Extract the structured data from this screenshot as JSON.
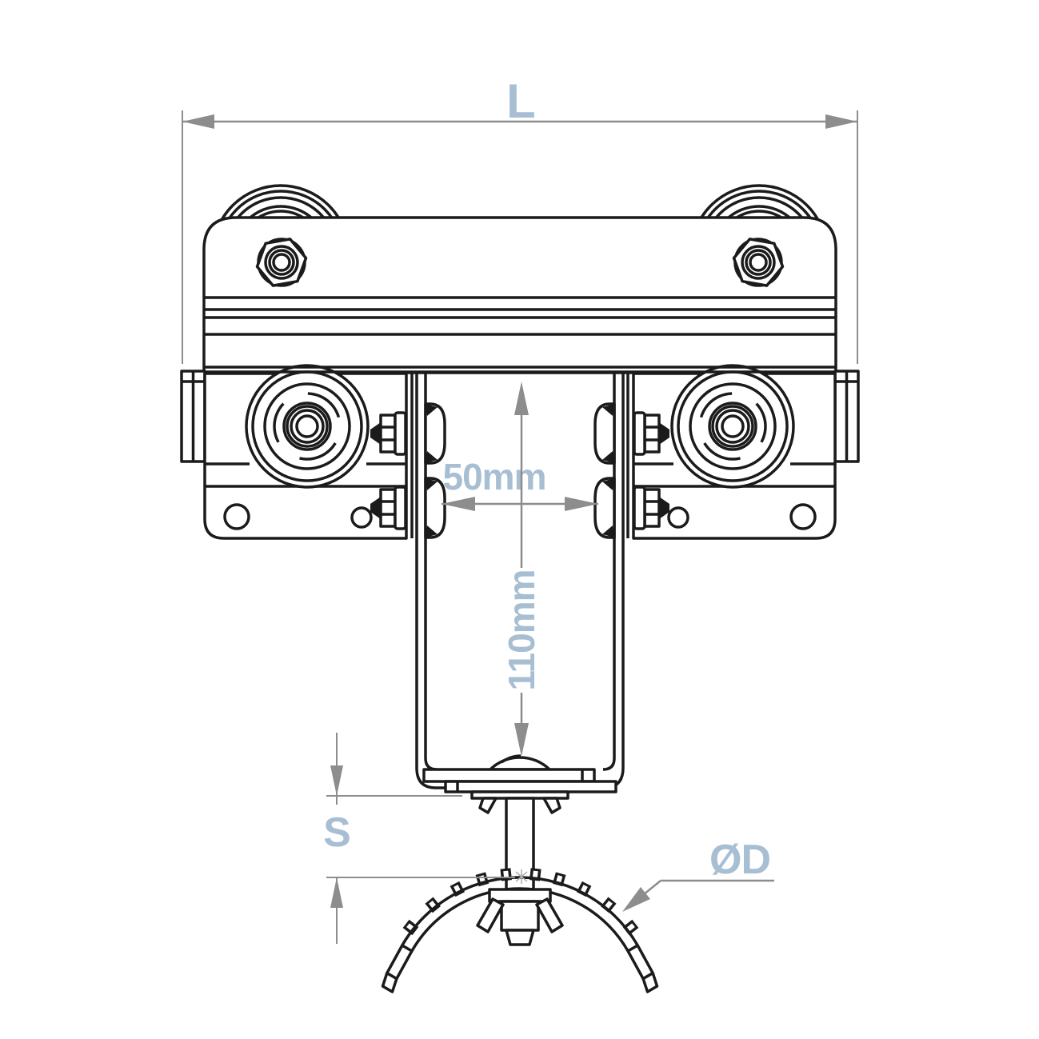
{
  "drawing": {
    "colors": {
      "linework": "#1b1b1b",
      "dimension_lines": "#8d8d8d",
      "dimension_text": "#a7bed3",
      "background": "#ffffff"
    },
    "dimensions": {
      "overall_length": {
        "label": "L"
      },
      "hanger_plate_gap": {
        "label": "50mm"
      },
      "drop_height": {
        "label": "110mm"
      },
      "saddle_stub_height": {
        "label": "S"
      },
      "saddle_diameter": {
        "label": "ØD"
      }
    }
  }
}
